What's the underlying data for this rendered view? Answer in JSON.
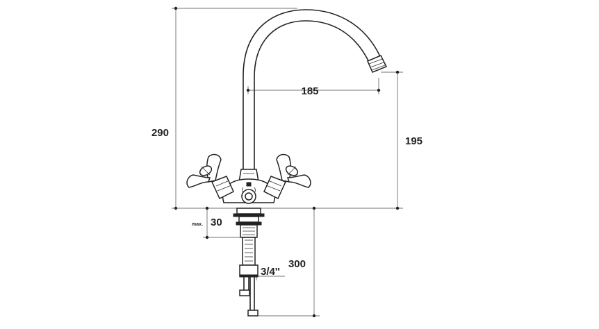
{
  "dimensions": {
    "total_height": "290",
    "spout_reach": "185",
    "spout_height": "195",
    "max_thickness": "30",
    "max_label": "max.",
    "shank_length": "300",
    "connection": "3/4''"
  },
  "colors": {
    "line": "#222222",
    "background": "#ffffff"
  }
}
